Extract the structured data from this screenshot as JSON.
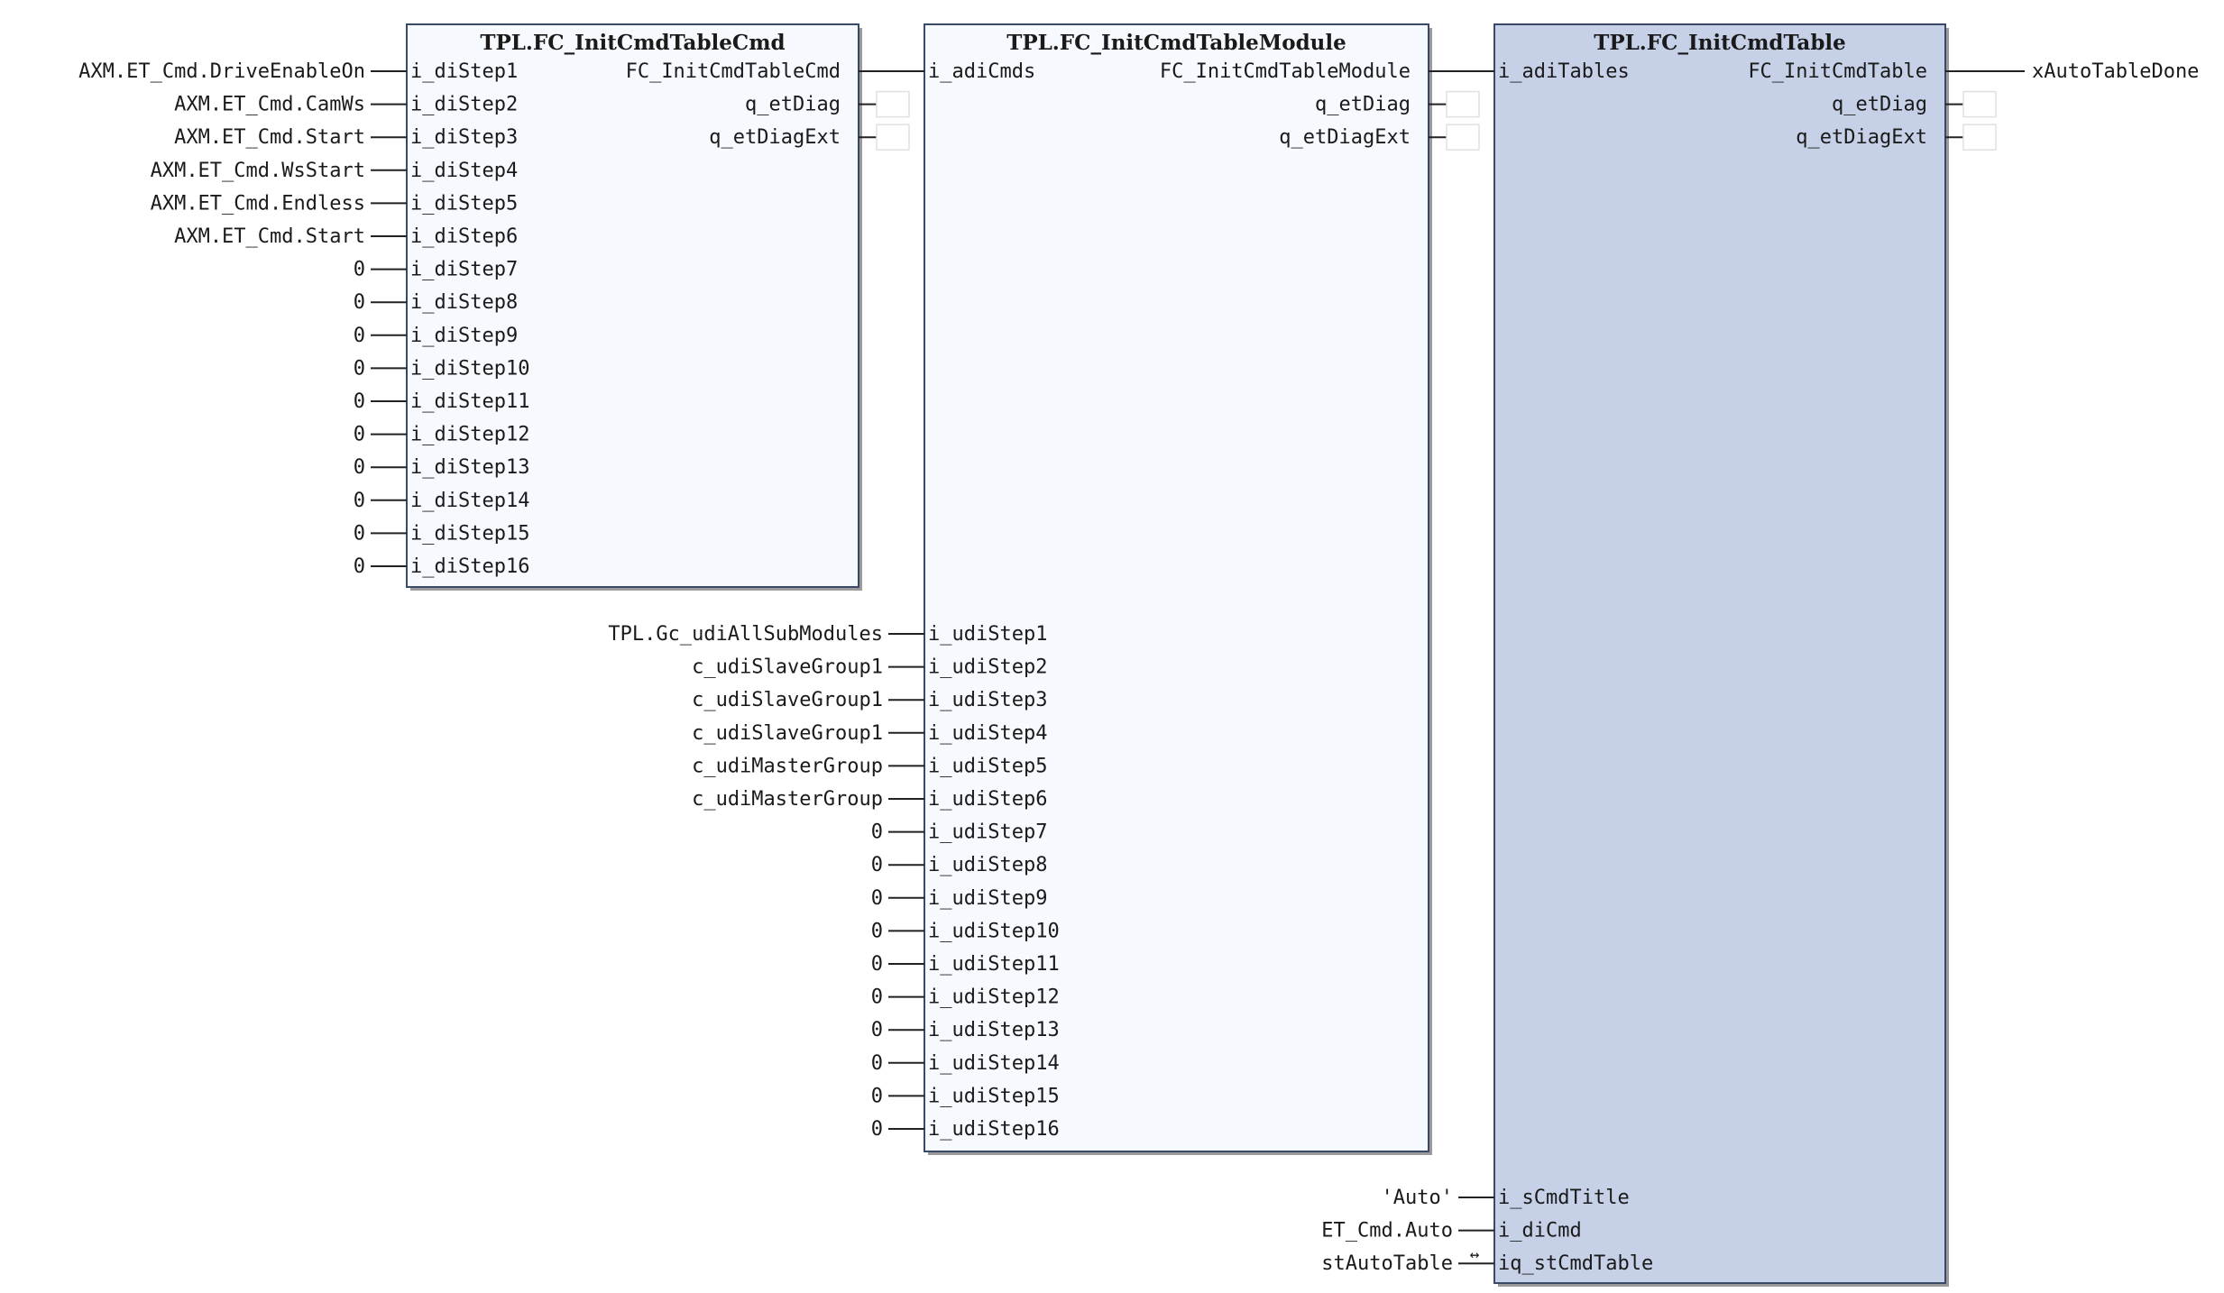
{
  "colors": {
    "block_fill": "#f6f9fd",
    "selected_block_fill": "#c6d1e8",
    "block_border": "#3a4a66",
    "wire": "#222222"
  },
  "blocks": [
    {
      "id": "cmd",
      "title": "TPL.FC_InitCmdTableCmd",
      "selected": false,
      "return_label": "FC_InitCmdTableCmd",
      "outputs": [
        "q_etDiag",
        "q_etDiagExt"
      ],
      "inputs": [
        {
          "name": "i_diStep1",
          "value": "AXM.ET_Cmd.DriveEnableOn"
        },
        {
          "name": "i_diStep2",
          "value": "AXM.ET_Cmd.CamWs"
        },
        {
          "name": "i_diStep3",
          "value": "AXM.ET_Cmd.Start"
        },
        {
          "name": "i_diStep4",
          "value": "AXM.ET_Cmd.WsStart"
        },
        {
          "name": "i_diStep5",
          "value": "AXM.ET_Cmd.Endless"
        },
        {
          "name": "i_diStep6",
          "value": "AXM.ET_Cmd.Start"
        },
        {
          "name": "i_diStep7",
          "value": "0"
        },
        {
          "name": "i_diStep8",
          "value": "0"
        },
        {
          "name": "i_diStep9",
          "value": "0"
        },
        {
          "name": "i_diStep10",
          "value": "0"
        },
        {
          "name": "i_diStep11",
          "value": "0"
        },
        {
          "name": "i_diStep12",
          "value": "0"
        },
        {
          "name": "i_diStep13",
          "value": "0"
        },
        {
          "name": "i_diStep14",
          "value": "0"
        },
        {
          "name": "i_diStep15",
          "value": "0"
        },
        {
          "name": "i_diStep16",
          "value": "0"
        }
      ]
    },
    {
      "id": "module",
      "title": "TPL.FC_InitCmdTableModule",
      "selected": false,
      "chain_input": "i_adiCmds",
      "return_label": "FC_InitCmdTableModule",
      "outputs": [
        "q_etDiag",
        "q_etDiagExt"
      ],
      "inputs": [
        {
          "name": "i_udiStep1",
          "value": "TPL.Gc_udiAllSubModules"
        },
        {
          "name": "i_udiStep2",
          "value": "c_udiSlaveGroup1"
        },
        {
          "name": "i_udiStep3",
          "value": "c_udiSlaveGroup1"
        },
        {
          "name": "i_udiStep4",
          "value": "c_udiSlaveGroup1"
        },
        {
          "name": "i_udiStep5",
          "value": "c_udiMasterGroup"
        },
        {
          "name": "i_udiStep6",
          "value": "c_udiMasterGroup"
        },
        {
          "name": "i_udiStep7",
          "value": "0"
        },
        {
          "name": "i_udiStep8",
          "value": "0"
        },
        {
          "name": "i_udiStep9",
          "value": "0"
        },
        {
          "name": "i_udiStep10",
          "value": "0"
        },
        {
          "name": "i_udiStep11",
          "value": "0"
        },
        {
          "name": "i_udiStep12",
          "value": "0"
        },
        {
          "name": "i_udiStep13",
          "value": "0"
        },
        {
          "name": "i_udiStep14",
          "value": "0"
        },
        {
          "name": "i_udiStep15",
          "value": "0"
        },
        {
          "name": "i_udiStep16",
          "value": "0"
        }
      ]
    },
    {
      "id": "table",
      "title": "TPL.FC_InitCmdTable",
      "selected": true,
      "chain_input": "i_adiTables",
      "return_label": "FC_InitCmdTable",
      "return_target": "xAutoTableDone",
      "outputs": [
        "q_etDiag",
        "q_etDiagExt"
      ],
      "inputs": [
        {
          "name": "i_sCmdTitle",
          "value": "'Auto'",
          "inout": false
        },
        {
          "name": "i_diCmd",
          "value": "ET_Cmd.Auto",
          "inout": false
        },
        {
          "name": "iq_stCmdTable",
          "value": "stAutoTable",
          "inout": true
        }
      ]
    }
  ],
  "inout_marker": "↔"
}
